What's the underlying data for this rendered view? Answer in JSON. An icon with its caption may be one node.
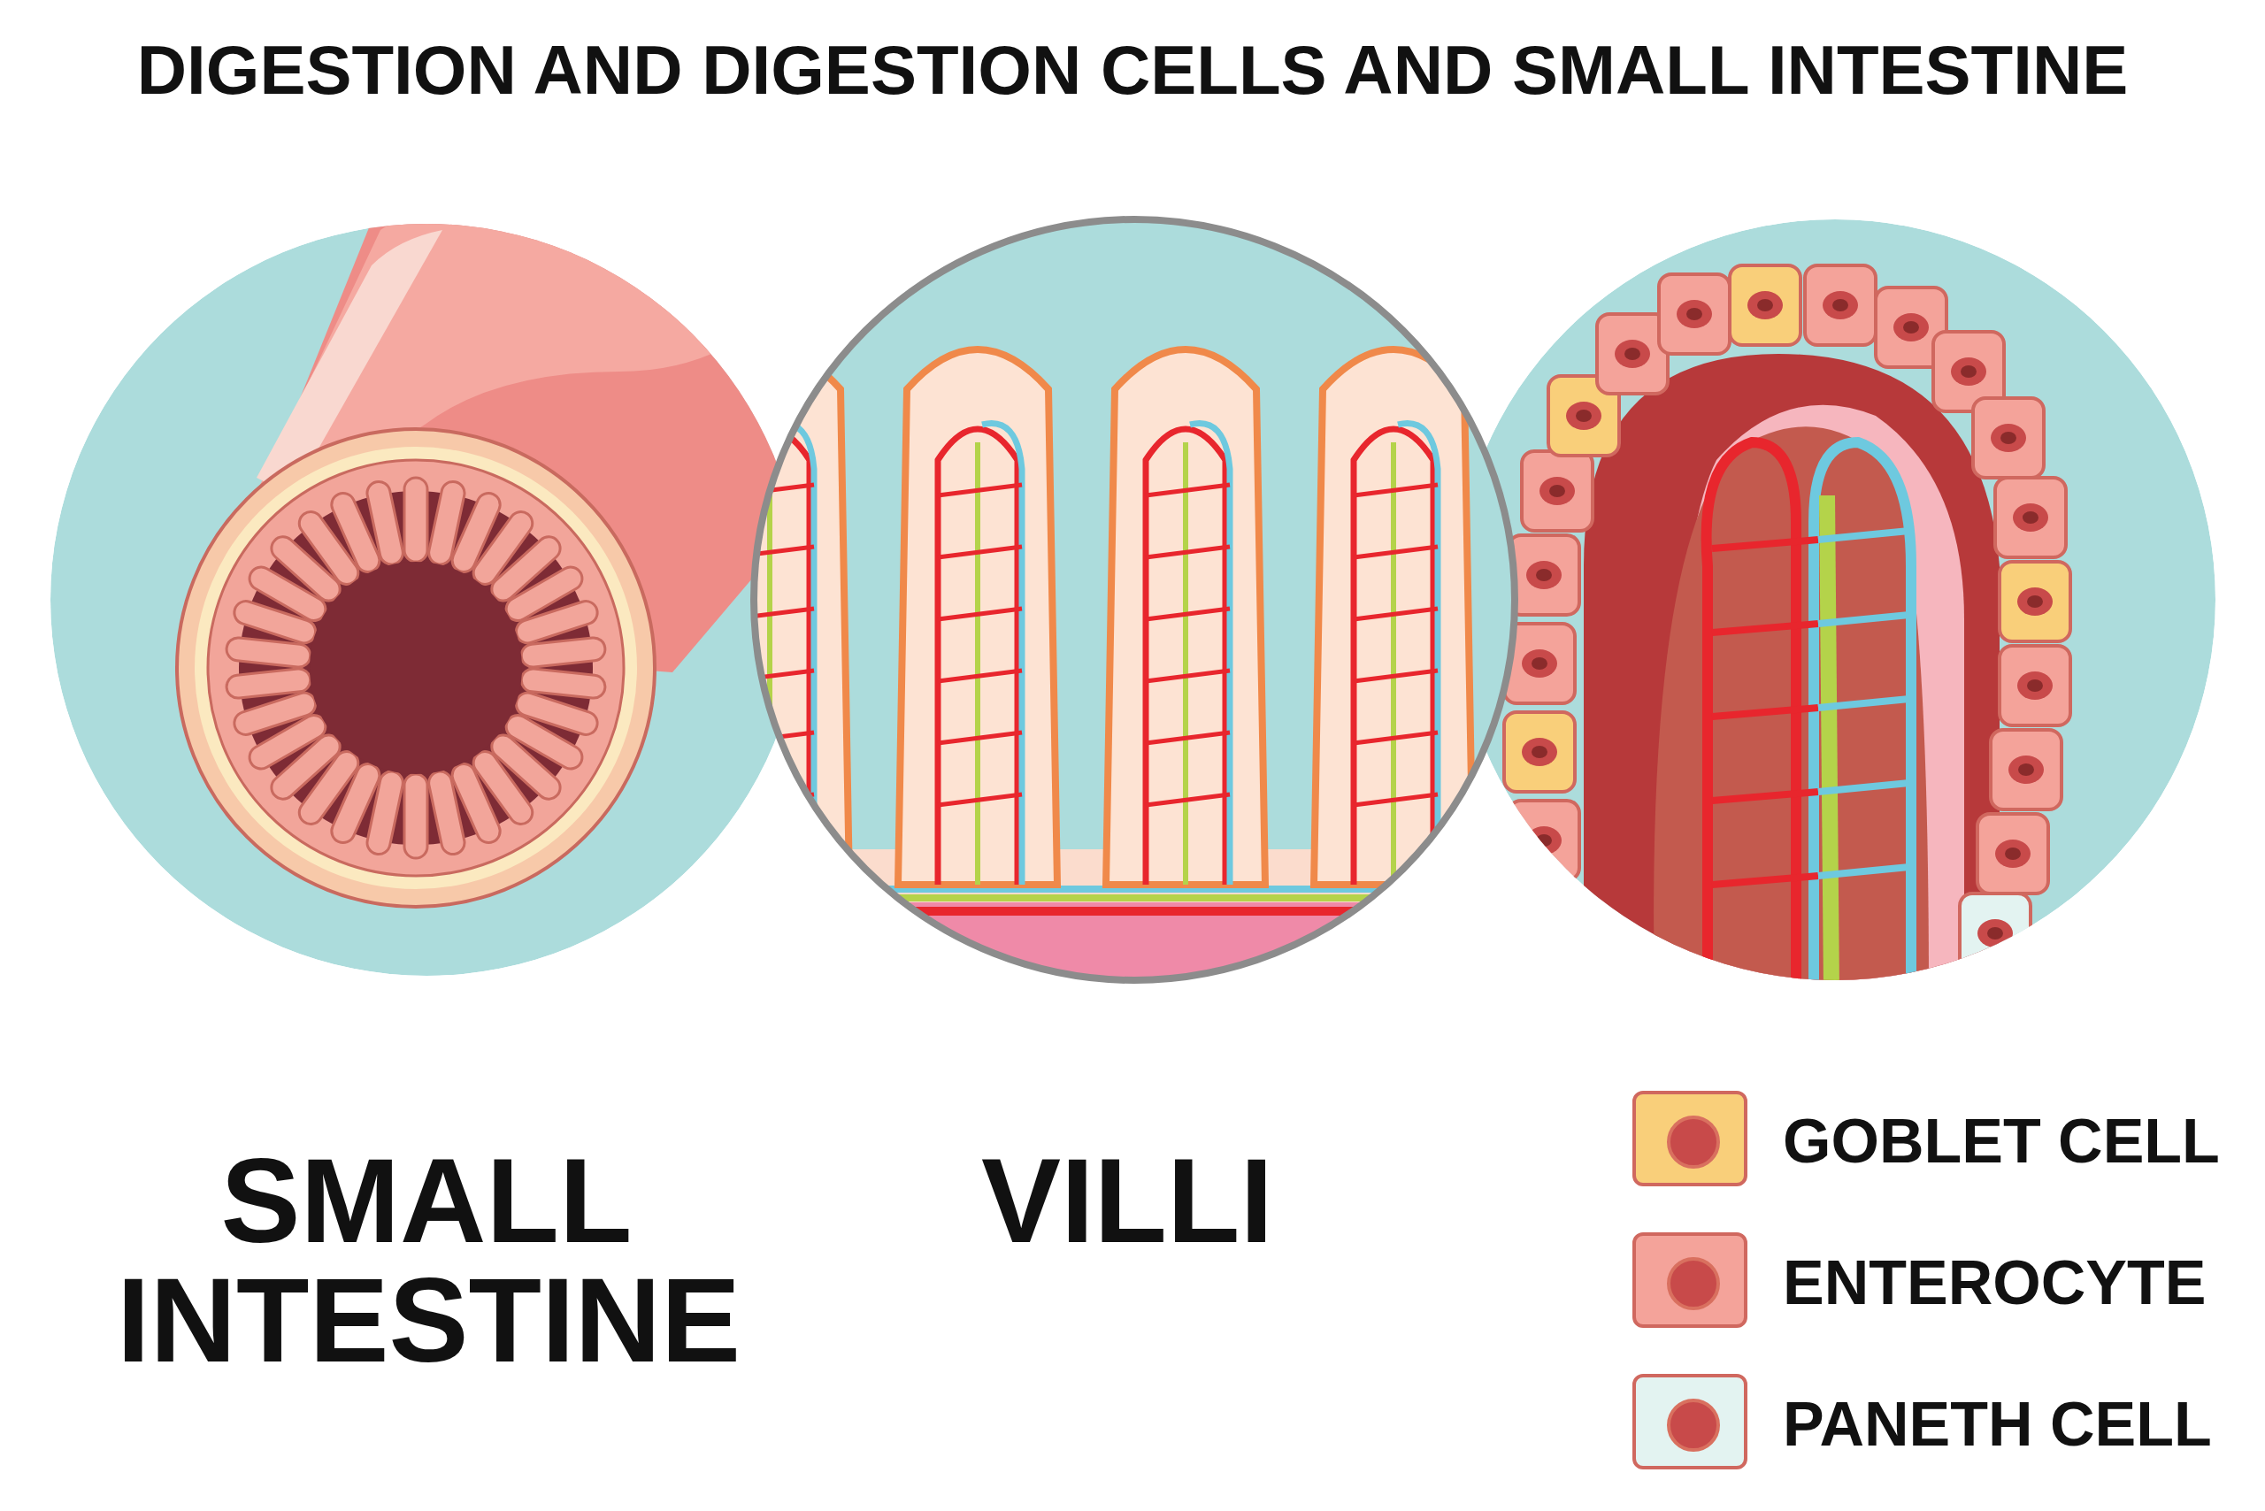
{
  "diagram": {
    "title": "DIGESTION AND DIGESTION CELLS AND SMALL INTESTINE",
    "labels": [
      "SMALL INTESTINE",
      "VILLI"
    ],
    "legend": [
      {
        "text": "GOBLET CELL",
        "color": "#f9cf7a"
      },
      {
        "text": "ENTEROCYTE",
        "color": "#f4a39a"
      },
      {
        "text": "PANETH CELL",
        "color": "#e3f3f1"
      }
    ]
  }
}
